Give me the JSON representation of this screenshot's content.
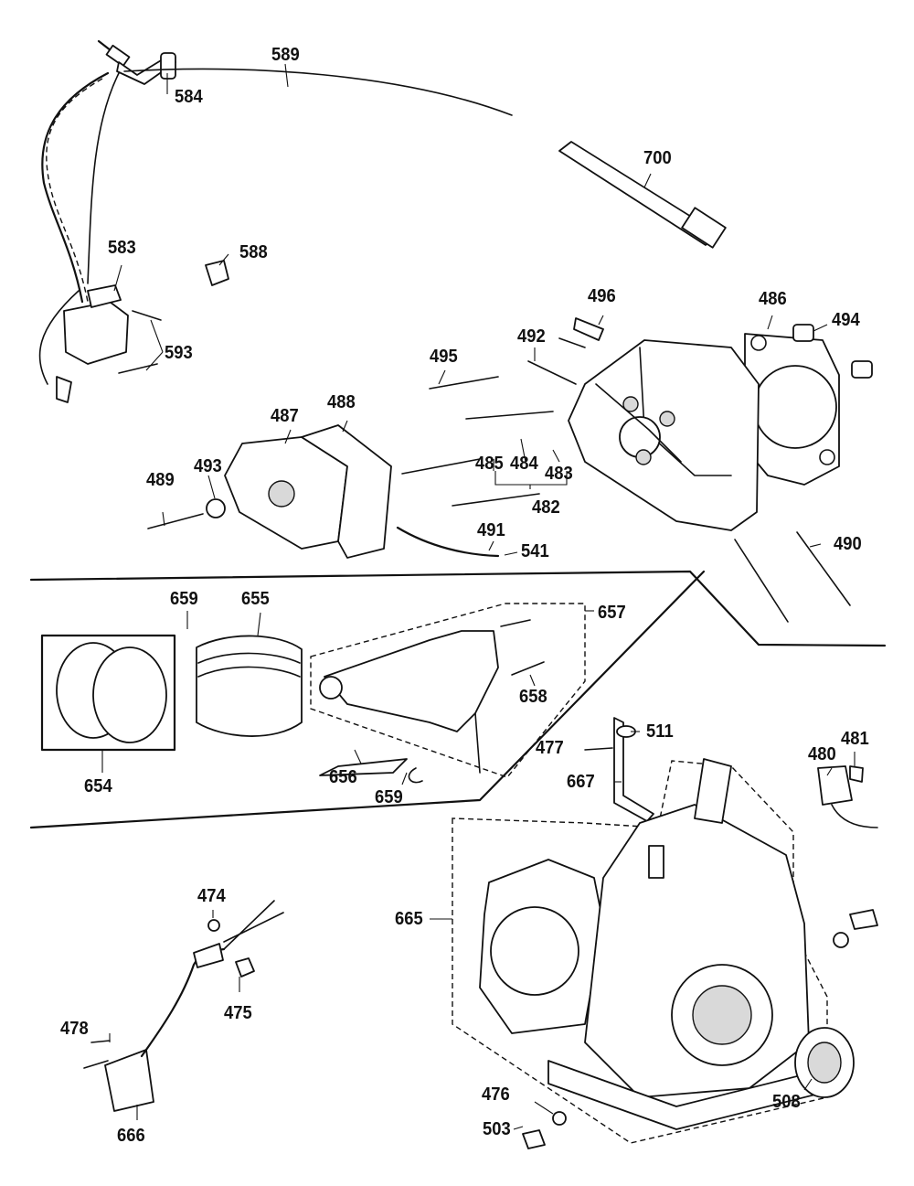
{
  "diagram": {
    "labels": [
      "589",
      "584",
      "583",
      "588",
      "593",
      "700",
      "496",
      "486",
      "494",
      "492",
      "495",
      "487",
      "488",
      "493",
      "489",
      "485",
      "484",
      "483",
      "482",
      "491",
      "541",
      "490",
      "659",
      "655",
      "657",
      "658",
      "654",
      "656",
      "511",
      "477",
      "481",
      "480",
      "667",
      "665",
      "474",
      "475",
      "478",
      "666",
      "476",
      "503",
      "508"
    ]
  }
}
